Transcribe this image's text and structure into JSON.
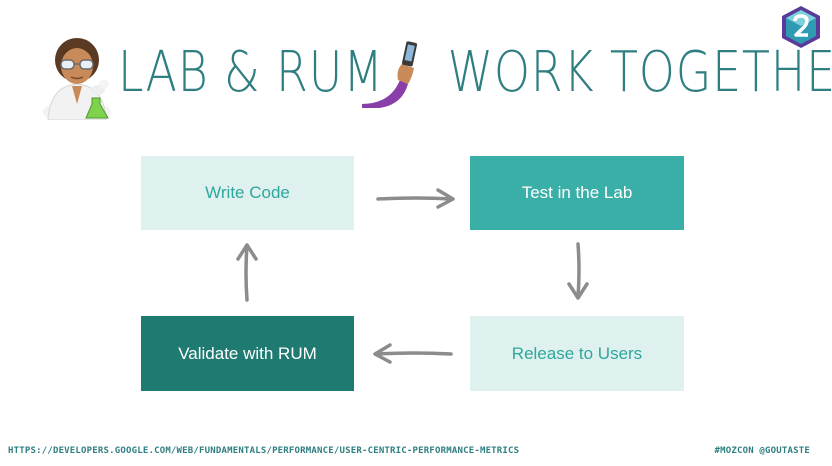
{
  "slide": {
    "title_left": "LAB & RUM",
    "title_right": "WORK TOGETHER",
    "footer_url": "HTTPS://DEVELOPERS.GOOGLE.COM/WEB/FUNDAMENTALS/PERFORMANCE/USER-CENTRIC-PERFORMANCE-METRICS",
    "footer_handle": "#MOZCON @GOUTASTE"
  },
  "flow": {
    "steps": [
      {
        "label": "Write Code",
        "style": "light"
      },
      {
        "label": "Test in the Lab",
        "style": "mid"
      },
      {
        "label": "Release to Users",
        "style": "light"
      },
      {
        "label": "Validate with RUM",
        "style": "dark"
      }
    ]
  },
  "colors": {
    "title": "#2f7e80",
    "light_box": "#dff1ef",
    "mid_box": "#3aafa7",
    "dark_box": "#1f7a72",
    "arrow": "#8c8c8c"
  },
  "icons": [
    "scientist-emoji-icon",
    "phone-arm-emoji-icon",
    "mozcon-logo-icon"
  ]
}
